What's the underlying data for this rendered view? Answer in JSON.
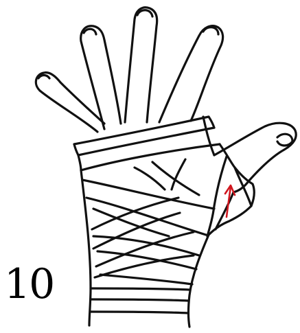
{
  "step": {
    "number": "10"
  },
  "colors": {
    "outline": "#111111",
    "arrow": "#d0161e",
    "background": "#ffffff"
  },
  "figure": {
    "subject": "bandaged-hand-palm",
    "arrow_direction": "up"
  }
}
